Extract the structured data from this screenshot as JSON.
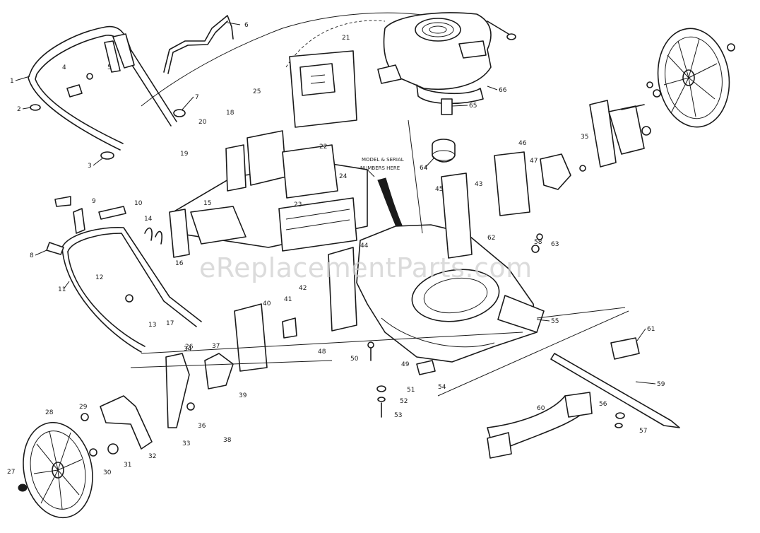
{
  "watermark": "eReplacementParts.com",
  "model_note_line1": "MODEL & SERIAL",
  "model_note_line2": "NUMBERS HERE",
  "callouts": {
    "c1": "1",
    "c2": "2",
    "c3": "3",
    "c4": "4",
    "c5": "5",
    "c6": "6",
    "c7": "7",
    "c8": "8",
    "c9": "9",
    "c10": "10",
    "c11": "11",
    "c12": "12",
    "c13": "13",
    "c14": "14",
    "c15": "15",
    "c16": "16",
    "c17": "17",
    "c18": "18",
    "c19": "19",
    "c20": "20",
    "c21": "21",
    "c22": "22",
    "c23": "23",
    "c24": "24",
    "c25": "25",
    "c26": "26",
    "c27": "27",
    "c28": "28",
    "c29": "29",
    "c30": "30",
    "c31": "31",
    "c32": "32",
    "c33": "33",
    "c34": "34",
    "c35": "35",
    "c36": "36",
    "c37": "37",
    "c38": "38",
    "c39": "39",
    "c40": "40",
    "c41": "41",
    "c42": "42",
    "c43": "43",
    "c44": "44",
    "c45": "45",
    "c46": "46",
    "c47": "47",
    "c48": "48",
    "c49": "49",
    "c50": "50",
    "c51": "51",
    "c52": "52",
    "c53": "53",
    "c54": "54",
    "c55": "55",
    "c56": "56",
    "c57": "57",
    "c58": "58",
    "c59": "59",
    "c60": "60",
    "c61": "61",
    "c62": "62",
    "c63": "63",
    "c64": "64",
    "c65": "65",
    "c66": "66"
  }
}
